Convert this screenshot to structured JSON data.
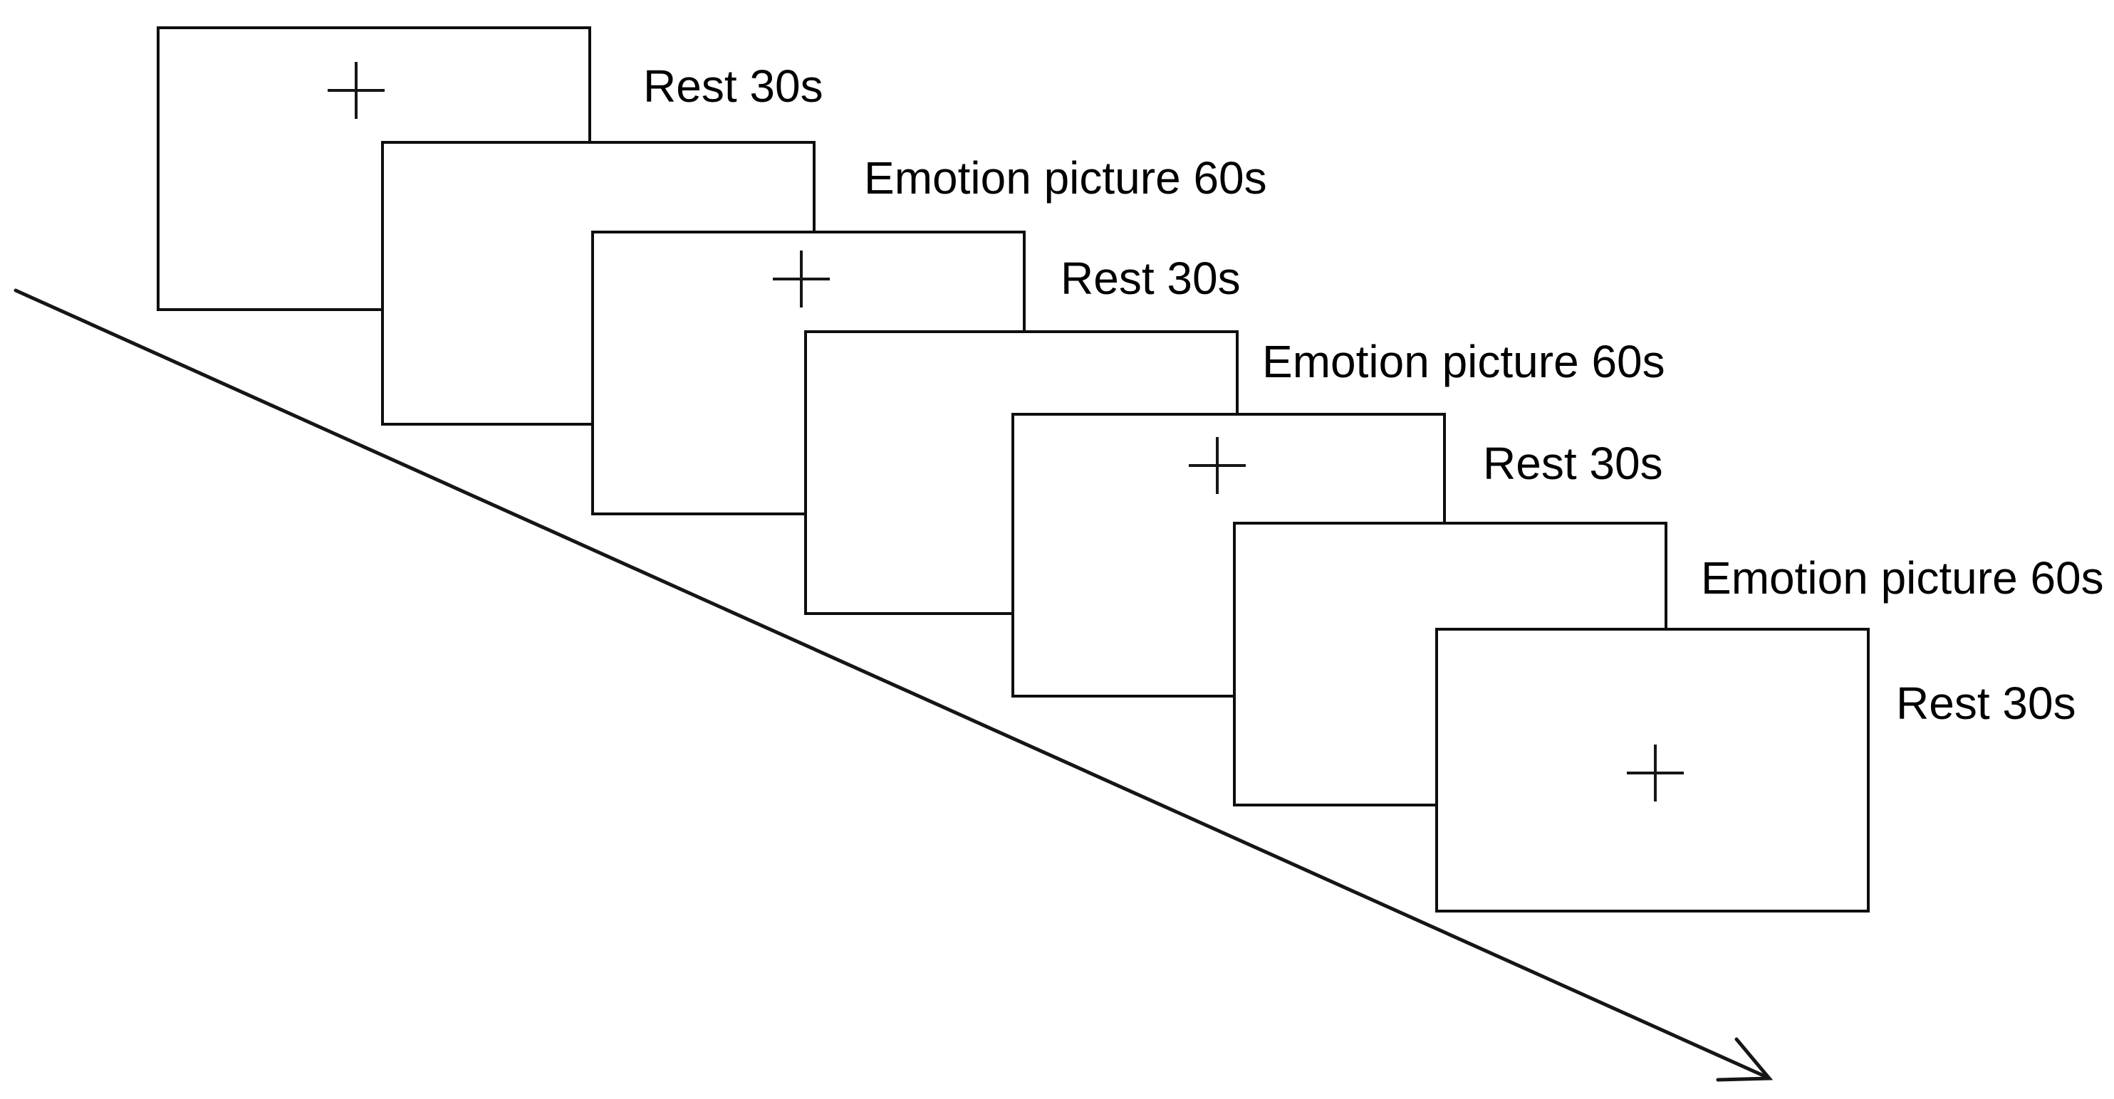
{
  "colors": {
    "line": "#0e0e0e",
    "text": "#000000",
    "background": "#ffffff"
  },
  "sequence": {
    "cards": [
      {
        "label": "Rest 30s",
        "type": "rest",
        "fixation_cross": true
      },
      {
        "label": "Emotion picture 60s",
        "type": "emotion",
        "fixation_cross": false
      },
      {
        "label": "Rest 30s",
        "type": "rest",
        "fixation_cross": true
      },
      {
        "label": "Emotion picture 60s",
        "type": "emotion",
        "fixation_cross": false
      },
      {
        "label": "Rest 30s",
        "type": "rest",
        "fixation_cross": true
      },
      {
        "label": "Emotion picture 60s",
        "type": "emotion",
        "fixation_cross": false
      },
      {
        "label": "Rest 30s",
        "type": "rest",
        "fixation_cross": true
      }
    ]
  }
}
